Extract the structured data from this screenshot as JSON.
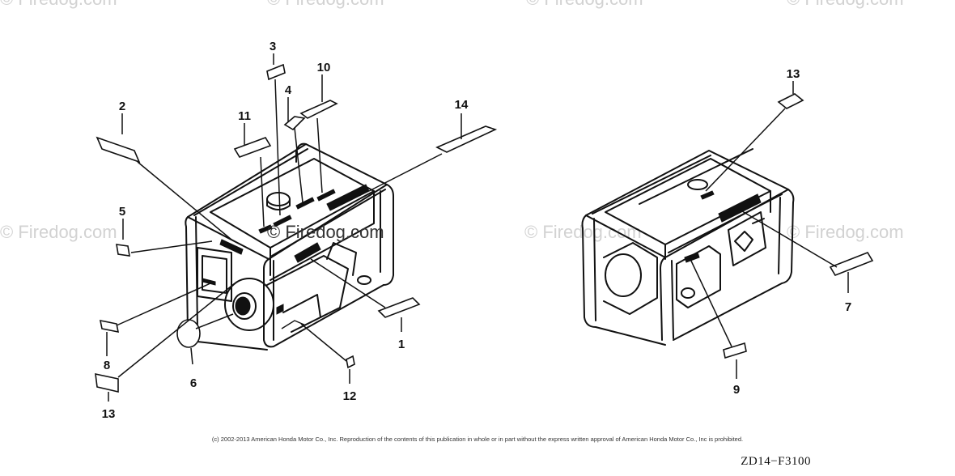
{
  "watermark": "© Firedog.com",
  "callouts": [
    "1",
    "2",
    "3",
    "4",
    "5",
    "6",
    "7",
    "8",
    "9",
    "10",
    "11",
    "12",
    "13",
    "13",
    "14"
  ],
  "copyright": "(c) 2002-2013 American Honda Motor Co., Inc. Reproduction of the contents of this publication in whole or in part without the express written approval of American Honda Motor Co., Inc is prohibited.",
  "diagram_code": "ZD14−F3100"
}
